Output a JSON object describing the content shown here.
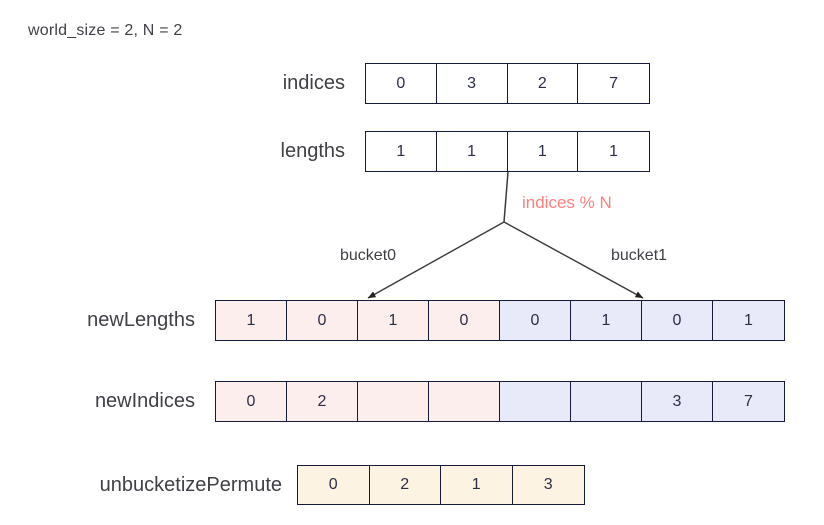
{
  "caption": "world_size = 2, N = 2",
  "rows": {
    "indices": {
      "label": "indices",
      "values": [
        "0",
        "3",
        "2",
        "7"
      ],
      "fills": [
        "white",
        "white",
        "white",
        "white"
      ]
    },
    "lengths": {
      "label": "lengths",
      "values": [
        "1",
        "1",
        "1",
        "1"
      ],
      "fills": [
        "white",
        "white",
        "white",
        "white"
      ]
    },
    "newLengths": {
      "label": "newLengths",
      "values": [
        "1",
        "0",
        "1",
        "0",
        "0",
        "1",
        "0",
        "1"
      ],
      "fills": [
        "pink",
        "pink",
        "pink",
        "pink",
        "blue",
        "blue",
        "blue",
        "blue"
      ]
    },
    "newIndices": {
      "label": "newIndices",
      "values": [
        "0",
        "2",
        "",
        "",
        "",
        "",
        "3",
        "7"
      ],
      "fills": [
        "pink",
        "pink",
        "pink",
        "pink",
        "blue",
        "blue",
        "blue",
        "blue"
      ]
    },
    "unbucketizePermute": {
      "label": "unbucketizePermute",
      "values": [
        "0",
        "2",
        "1",
        "3"
      ],
      "fills": [
        "cream",
        "cream",
        "cream",
        "cream"
      ]
    }
  },
  "annotations": {
    "mod_n": "indices % N",
    "bucket0": "bucket0",
    "bucket1": "bucket1"
  },
  "colors": {
    "border": "#151a3a",
    "pink": "#fdeeee",
    "blue": "#e8eafa",
    "cream": "#fdf3e2",
    "accent_red": "#ff7f7f",
    "text": "#3f3f46",
    "connector": "#2b2b2b"
  }
}
